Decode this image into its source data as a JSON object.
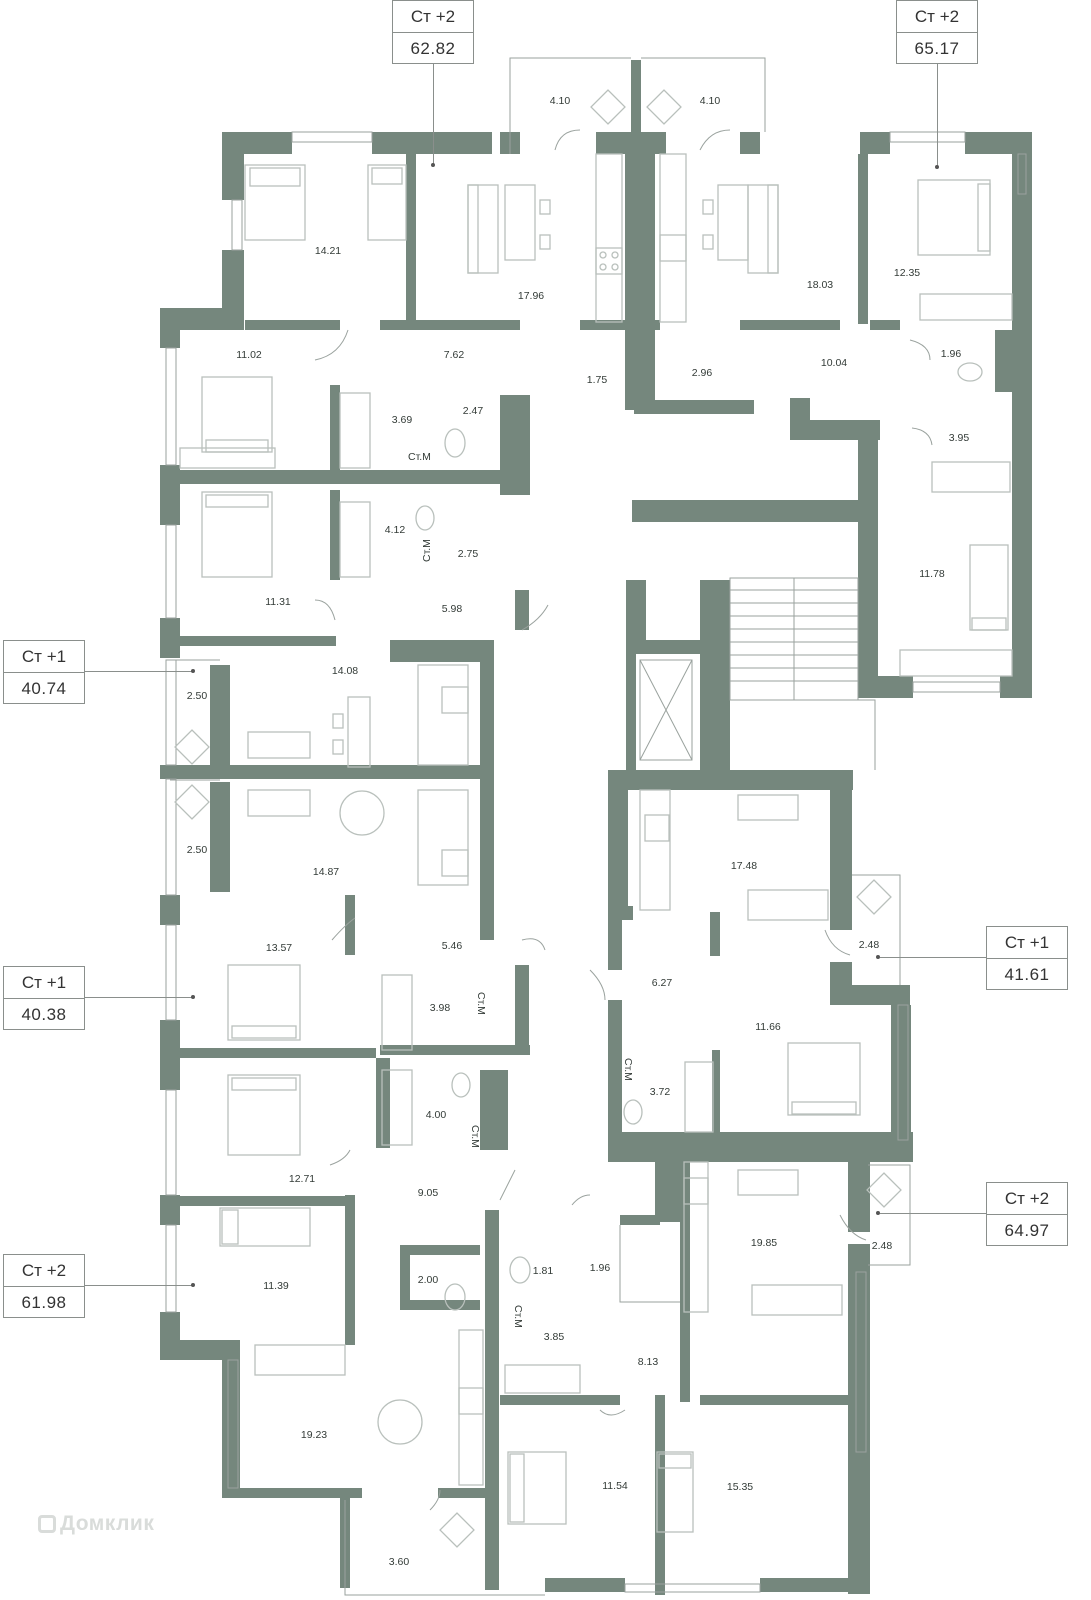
{
  "colors": {
    "wall": "#75877d",
    "furniture": "#b9c0bc",
    "label": "#333b37",
    "leader": "#8a8f8c"
  },
  "apartments": [
    {
      "id": "a1",
      "class_label": "Ст +2",
      "area": "62.82"
    },
    {
      "id": "a2",
      "class_label": "Ст +2",
      "area": "65.17"
    },
    {
      "id": "a3",
      "class_label": "Ст +1",
      "area": "40.74"
    },
    {
      "id": "a4",
      "class_label": "Ст +1",
      "area": "40.38"
    },
    {
      "id": "a5",
      "class_label": "Ст +2",
      "area": "61.98"
    },
    {
      "id": "a6",
      "class_label": "Ст +1",
      "area": "41.61"
    },
    {
      "id": "a7",
      "class_label": "Ст +2",
      "area": "64.97"
    }
  ],
  "rooms": [
    "4.10",
    "4.10",
    "14.21",
    "17.96",
    "18.03",
    "12.35",
    "11.02",
    "7.62",
    "1.75",
    "2.96",
    "10.04",
    "1.96",
    "3.69",
    "2.47",
    "3.95",
    "4.12",
    "2.75",
    "11.31",
    "5.98",
    "11.78",
    "14.08",
    "2.50",
    "2.50",
    "14.87",
    "17.48",
    "13.57",
    "5.46",
    "2.48",
    "6.27",
    "3.98",
    "11.66",
    "3.72",
    "4.00",
    "12.71",
    "9.05",
    "19.85",
    "2.48",
    "11.39",
    "2.00",
    "1.81",
    "1.96",
    "3.85",
    "8.13",
    "19.23",
    "11.54",
    "15.35",
    "3.60"
  ],
  "fixture_labels": {
    "washer": "Ст.М",
    "x_mark": "x"
  },
  "watermark": "Домклик",
  "icons": [
    "stair-icon",
    "elevator-icon",
    "bathtub-icon",
    "toilet-icon",
    "sink-icon",
    "bed-icon",
    "sofa-icon",
    "table-icon",
    "stove-icon",
    "armchair-icon"
  ]
}
